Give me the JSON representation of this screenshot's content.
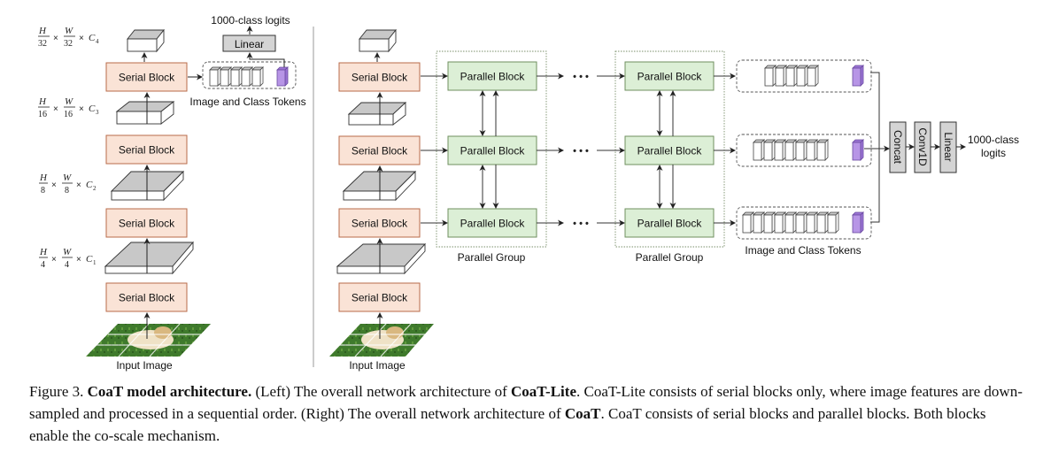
{
  "figure": {
    "left_panel": {
      "serial_block_label": "Serial Block",
      "linear_label": "Linear",
      "output_label": "1000-class logits",
      "tokens_label": "Image and Class Tokens",
      "input_label": "Input Image",
      "dims": [
        {
          "num_h": "H",
          "den_h": "32",
          "num_w": "W",
          "den_w": "32",
          "c": "C",
          "c_sub": "4"
        },
        {
          "num_h": "H",
          "den_h": "16",
          "num_w": "W",
          "den_w": "16",
          "c": "C",
          "c_sub": "3"
        },
        {
          "num_h": "H",
          "den_h": "8",
          "num_w": "W",
          "den_w": "8",
          "c": "C",
          "c_sub": "2"
        },
        {
          "num_h": "H",
          "den_h": "4",
          "num_w": "W",
          "den_w": "4",
          "c": "C",
          "c_sub": "1"
        }
      ],
      "times": "×"
    },
    "right_panel": {
      "serial_block_label": "Serial Block",
      "parallel_block_label": "Parallel Block",
      "parallel_group_label": "Parallel Group",
      "ellipsis": "• • •",
      "tokens_label": "Image and Class Tokens",
      "input_label": "Input Image",
      "concat_label": "Concat",
      "conv1d_label": "Conv1D",
      "linear_label": "Linear",
      "output_label_line1": "1000-class",
      "output_label_line2": "logits"
    },
    "colors": {
      "serial_fill": "#fae3d6",
      "serial_stroke": "#b86b4a",
      "parallel_fill": "#dcefd6",
      "parallel_stroke": "#6f8f5f",
      "gray_fill": "#d4d4d4",
      "class_token": "#b795e6"
    }
  },
  "caption": {
    "prefix": "Figure 3. ",
    "bold_title": "CoaT model architecture.",
    "part1": " (Left) The overall network architecture of ",
    "bold_lite": "CoaT-Lite",
    "part2": ". CoaT-Lite consists of serial blocks only, where image features are down-sampled and processed in a sequential order. (Right) The overall network architecture of ",
    "bold_coat": "CoaT",
    "part3": ". CoaT consists of serial blocks and parallel blocks. Both blocks enable the co-scale mechanism."
  }
}
